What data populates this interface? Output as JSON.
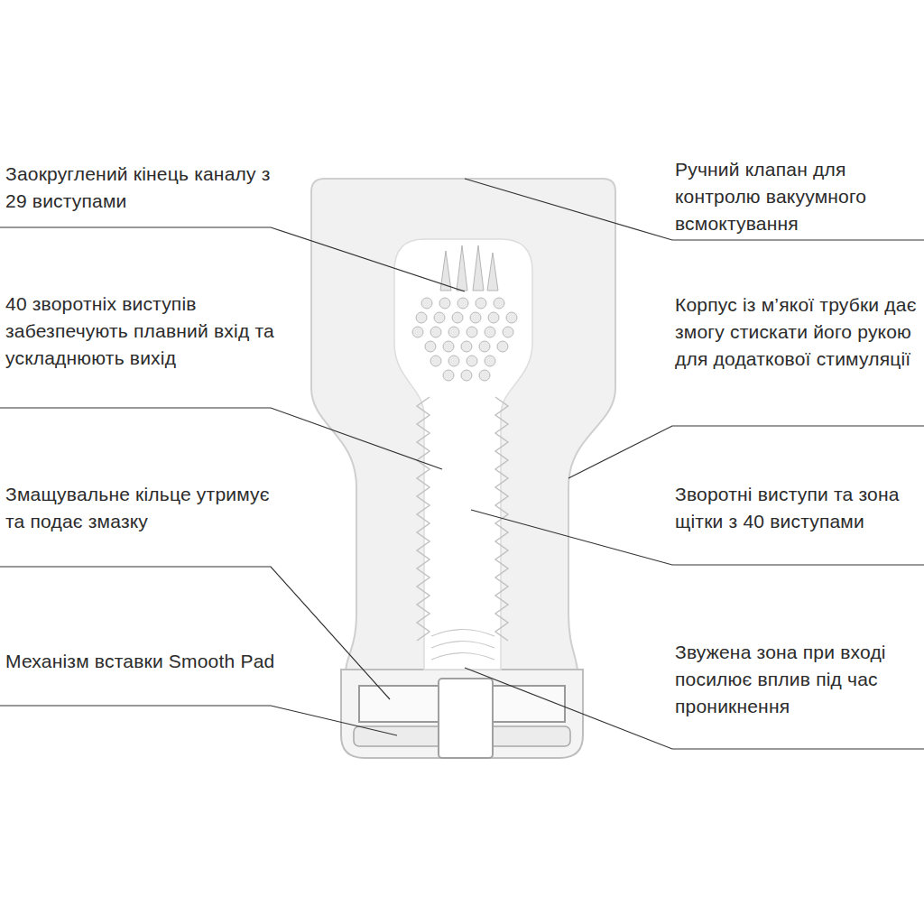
{
  "diagram": {
    "labels": [
      "Заокруглений кінець каналу з 29 виступами",
      "40 зворотніх виступів забезпечують плавний вхід та ускладнюють вихід",
      "Змащувальне кільце утримує та подає змазку",
      "Механізм вставки Smooth Pad",
      "Ручний клапан для контролю вакуумного всмоктування",
      "Корпус із м’якої трубки дає змогу стискати його рукою для додаткової стимуляції",
      "Зворотні виступи та зона щітки з 40 виступами",
      "Звужена зона при вході посилює вплив під час проникнення"
    ]
  }
}
